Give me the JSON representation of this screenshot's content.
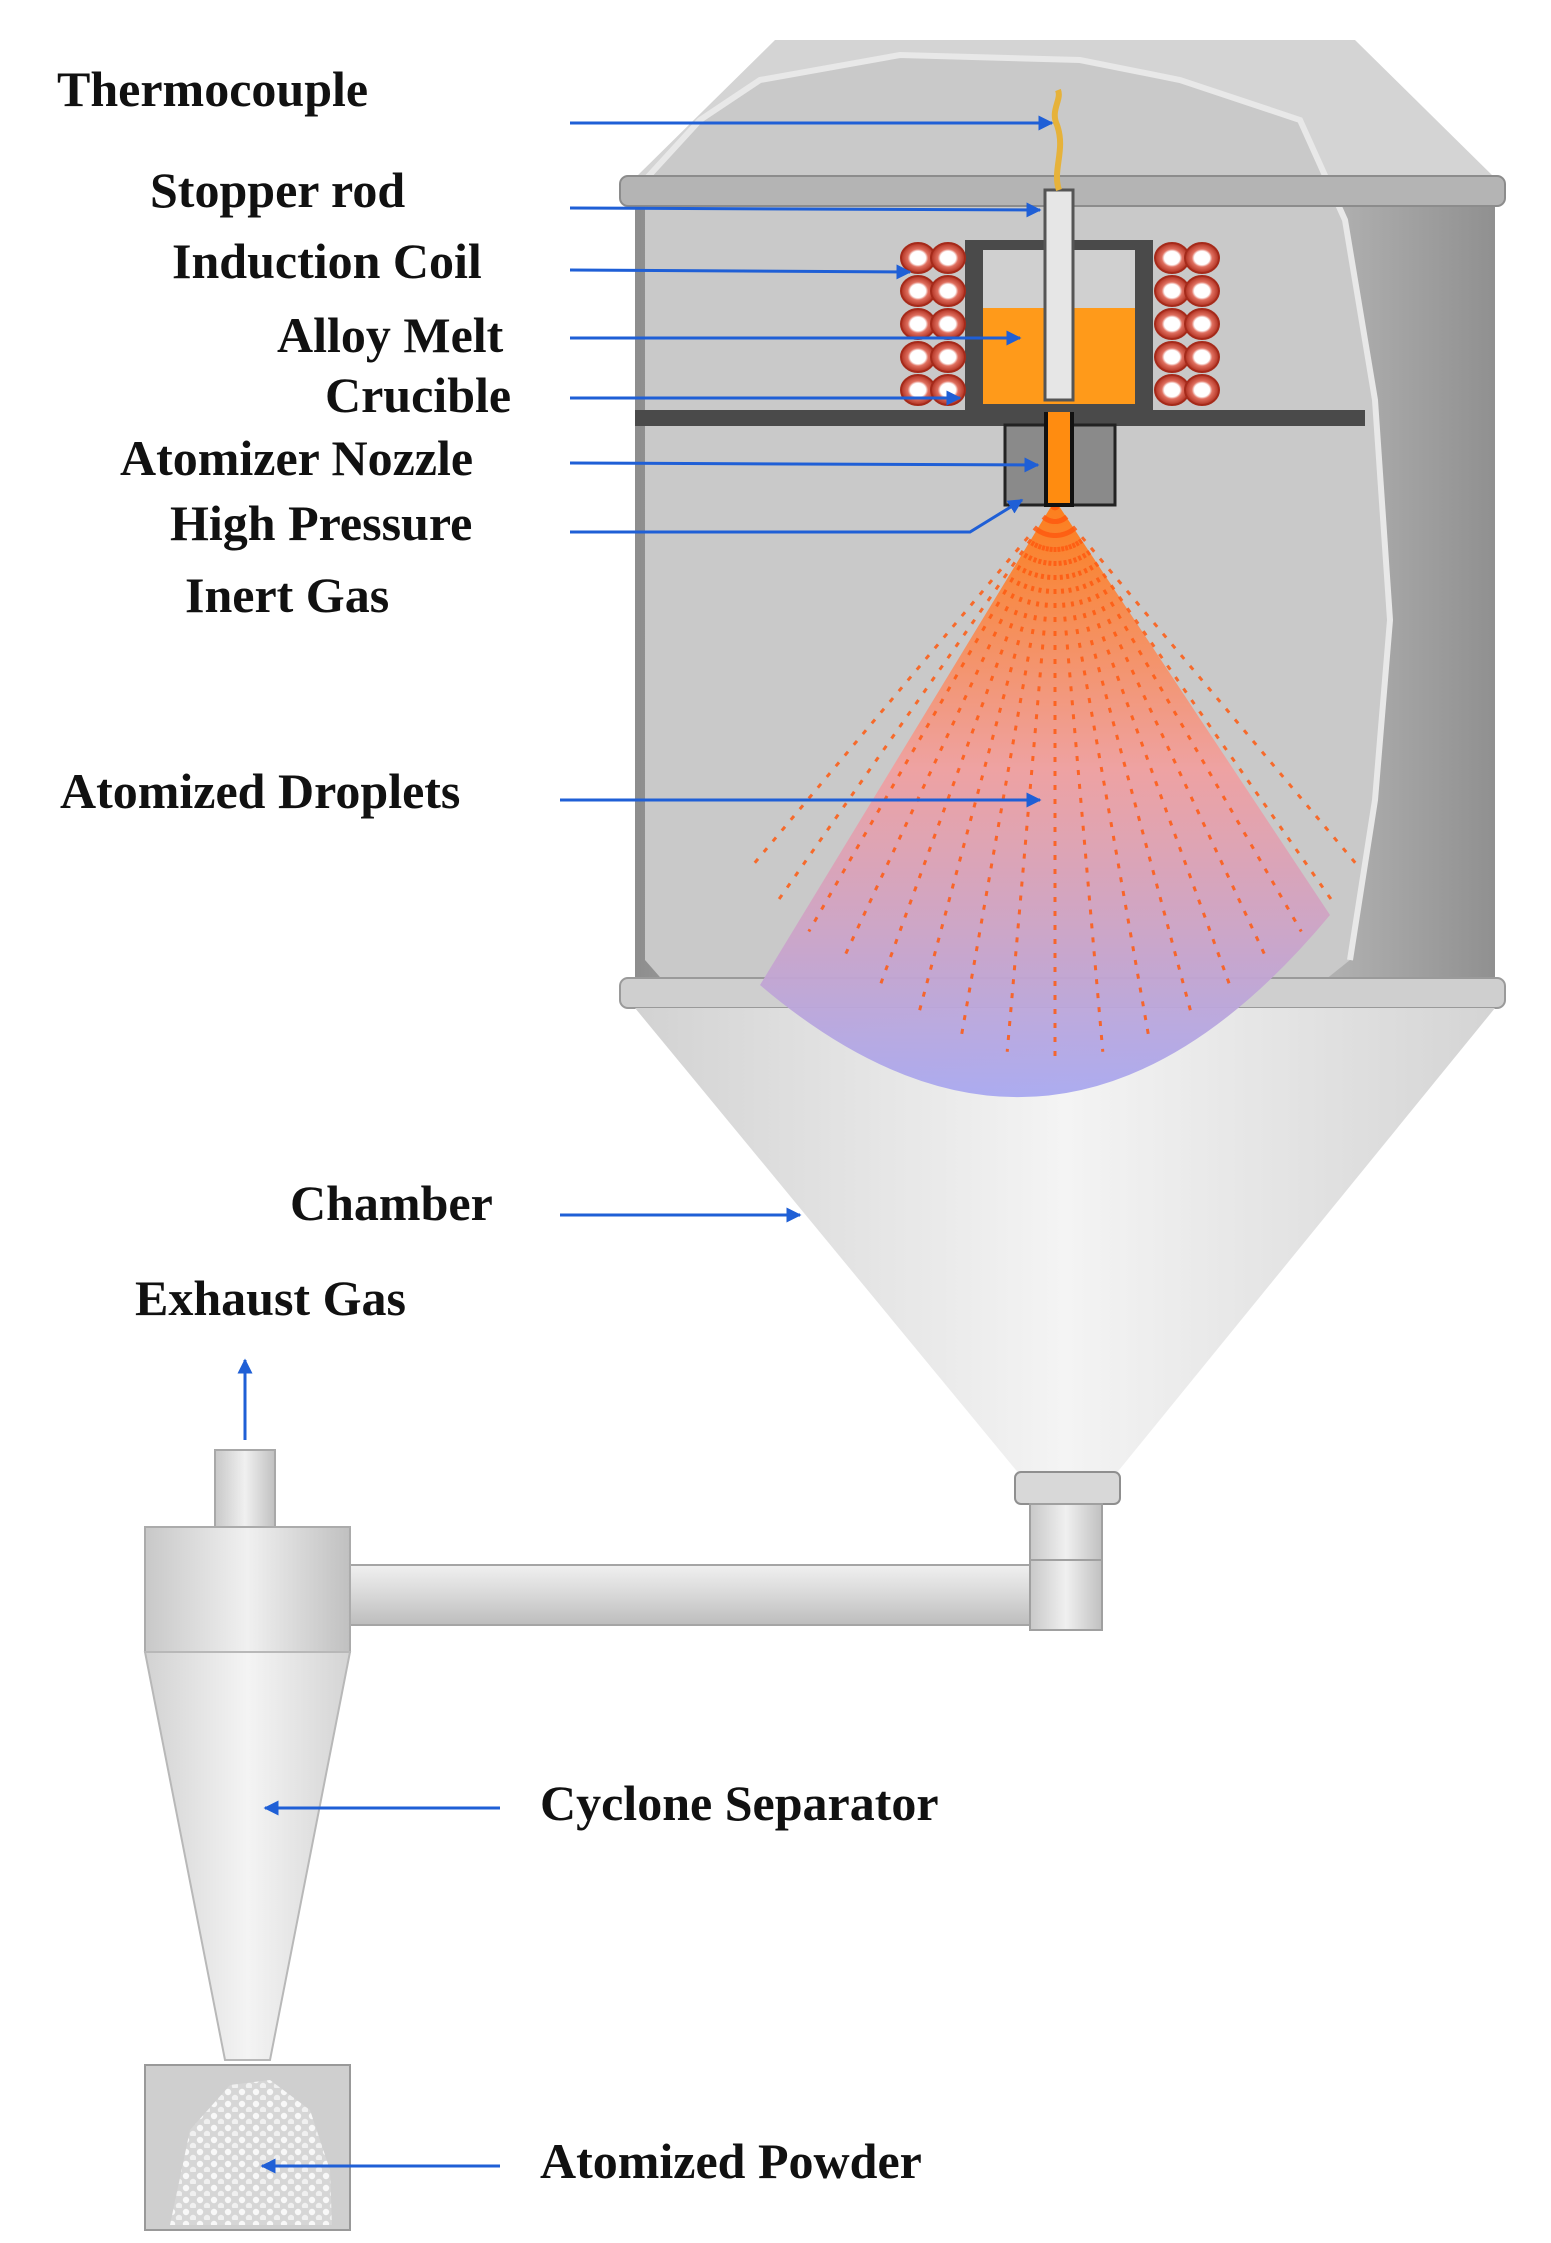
{
  "labels": {
    "thermocouple": "Thermocouple",
    "stopper_rod": "Stopper rod",
    "induction_coil": "Induction Coil",
    "alloy_melt": "Alloy Melt",
    "crucible": "Crucible",
    "atomizer_nozzle": "Atomizer Nozzle",
    "high_pressure": "High Pressure",
    "inert_gas": "Inert Gas",
    "atomized_droplets": "Atomized Droplets",
    "chamber": "Chamber",
    "exhaust_gas": "Exhaust Gas",
    "cyclone_separator": "Cyclone Separator",
    "atomized_powder": "Atomized Powder"
  },
  "colors": {
    "arrow": "#1f5fd6",
    "melt": "#ff9a1a",
    "coil": "#c0392b",
    "spray_top": "#ff7a10",
    "spray_bottom": "#a8a8f0"
  }
}
